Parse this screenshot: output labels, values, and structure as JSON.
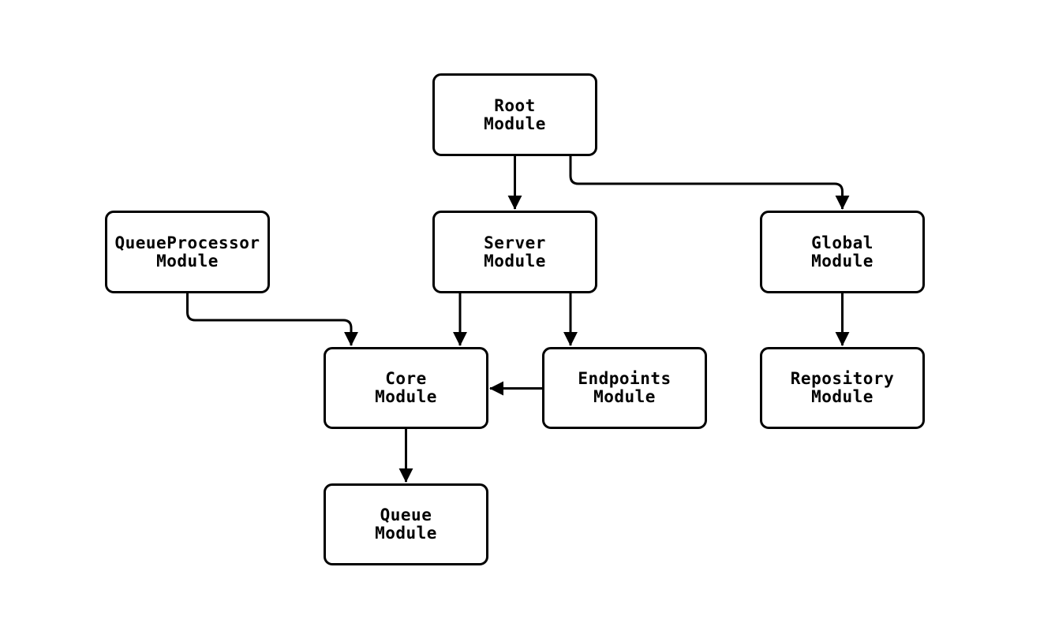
{
  "colors": {
    "background": "#ffffff",
    "node_fill": "#ffffff",
    "node_border": "#000000",
    "edge": "#000000",
    "text": "#000000"
  },
  "nodes": {
    "root": {
      "label": "Root\nModule"
    },
    "server": {
      "label": "Server\nModule"
    },
    "queue_processor": {
      "label": "QueueProcessor\nModule"
    },
    "global": {
      "label": "Global\nModule"
    },
    "core": {
      "label": "Core\nModule"
    },
    "endpoints": {
      "label": "Endpoints\nModule"
    },
    "repository": {
      "label": "Repository\nModule"
    },
    "queue": {
      "label": "Queue\nModule"
    }
  },
  "edges": [
    {
      "from": "root",
      "to": "server"
    },
    {
      "from": "root",
      "to": "global"
    },
    {
      "from": "queue_processor",
      "to": "core"
    },
    {
      "from": "server",
      "to": "core"
    },
    {
      "from": "server",
      "to": "endpoints"
    },
    {
      "from": "endpoints",
      "to": "core"
    },
    {
      "from": "global",
      "to": "repository"
    },
    {
      "from": "core",
      "to": "queue"
    }
  ]
}
